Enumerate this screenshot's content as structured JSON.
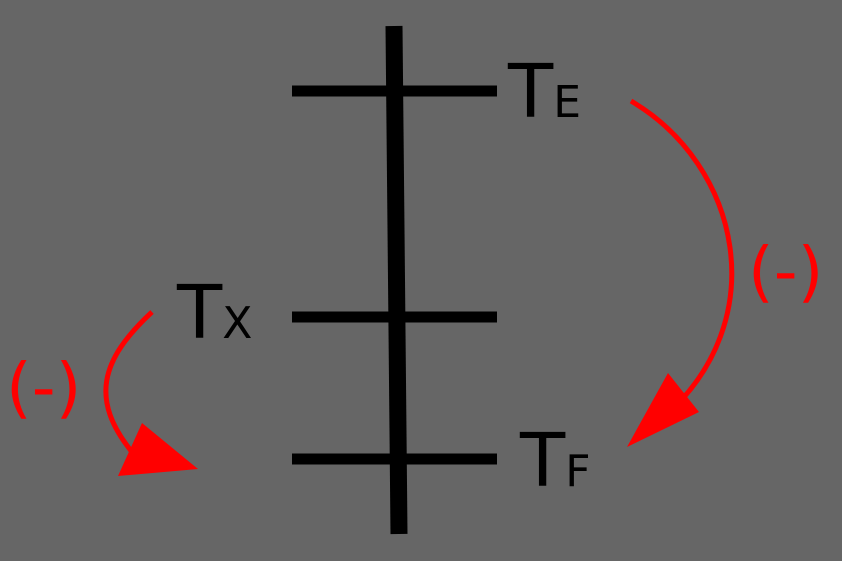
{
  "colors": {
    "background": "#666666",
    "lines": "#000000",
    "arrows": "#ff0000"
  },
  "labels": {
    "te": {
      "main": "T",
      "sub": "E"
    },
    "tx": {
      "main": "T",
      "sub": "X"
    },
    "tf": {
      "main": "T",
      "sub": "F"
    }
  },
  "arrows": {
    "right_sign": "(-)",
    "left_sign": "(-)"
  }
}
